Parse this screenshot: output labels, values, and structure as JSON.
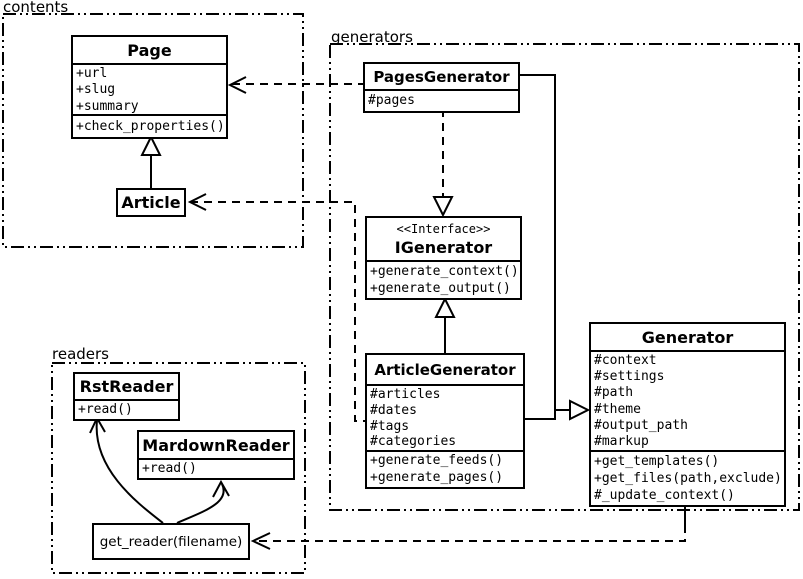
{
  "packages": {
    "contents": {
      "label": "contents"
    },
    "generators": {
      "label": "generators"
    },
    "readers": {
      "label": "readers"
    }
  },
  "classes": {
    "page": {
      "title": "Page",
      "attributes": [
        "+url",
        "+slug",
        "+summary"
      ],
      "methods": [
        "+check_properties()"
      ]
    },
    "article": {
      "title": "Article"
    },
    "pages_generator": {
      "title": "PagesGenerator",
      "attributes": [
        "#pages"
      ]
    },
    "igenerator": {
      "stereotype": "<<Interface>>",
      "title": "IGenerator",
      "methods": [
        "+generate_context()",
        "+generate_output()"
      ]
    },
    "article_generator": {
      "title": "ArticleGenerator",
      "attributes": [
        "#articles",
        "#dates",
        "#tags",
        "#categories"
      ],
      "methods": [
        "+generate_feeds()",
        "+generate_pages()"
      ]
    },
    "generator": {
      "title": "Generator",
      "attributes": [
        "#context",
        "#settings",
        "#path",
        "#theme",
        "#output_path",
        "#markup"
      ],
      "methods": [
        "+get_templates()",
        "+get_files(path,exclude)",
        "#_update_context()"
      ]
    },
    "rst_reader": {
      "title": "RstReader",
      "methods": [
        "+read()"
      ]
    },
    "mardown_reader": {
      "title": "MardownReader",
      "methods": [
        "+read()"
      ]
    },
    "get_reader": {
      "title": "get_reader(filename)"
    }
  },
  "relationships": [
    {
      "from": "Article",
      "to": "Page",
      "type": "generalization"
    },
    {
      "from": "PagesGenerator",
      "to": "Page",
      "type": "dependency"
    },
    {
      "from": "ArticleGenerator",
      "to": "Article",
      "type": "dependency"
    },
    {
      "from": "PagesGenerator",
      "to": "IGenerator",
      "type": "realization"
    },
    {
      "from": "ArticleGenerator",
      "to": "IGenerator",
      "type": "generalization"
    },
    {
      "from": "PagesGenerator",
      "to": "Generator",
      "type": "generalization"
    },
    {
      "from": "ArticleGenerator",
      "to": "Generator",
      "type": "generalization"
    },
    {
      "from": "Generator",
      "to": "get_reader(filename)",
      "type": "dependency"
    },
    {
      "from": "get_reader(filename)",
      "to": "RstReader",
      "type": "arrow"
    },
    {
      "from": "get_reader(filename)",
      "to": "MardownReader",
      "type": "arrow"
    }
  ],
  "colors": {
    "line": "#000000",
    "background": "#ffffff"
  }
}
